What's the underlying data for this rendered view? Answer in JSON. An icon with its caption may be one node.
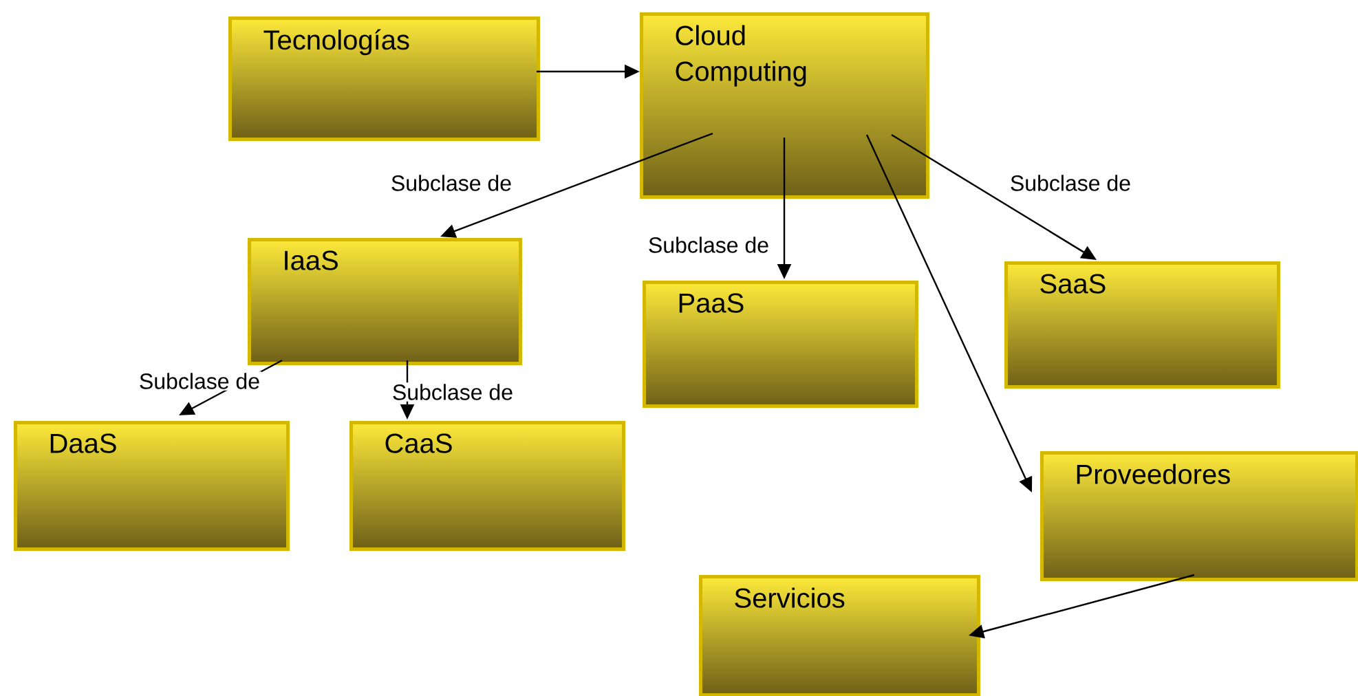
{
  "diagram": {
    "nodes": [
      {
        "text": [
          "Tecnologías"
        ]
      },
      {
        "text": [
          "Cloud Computing"
        ]
      },
      {
        "text": [
          "IaaS"
        ]
      },
      {
        "text": [
          "PaaS"
        ]
      },
      {
        "text": [
          "SaaS"
        ]
      },
      {
        "text": [
          "DaaS"
        ]
      },
      {
        "text": [
          "CaaS"
        ]
      },
      {
        "text": [
          "Proveedores"
        ]
      },
      {
        "text": [
          "Servicios"
        ]
      }
    ],
    "edges": [
      {
        "from": 0,
        "to": 1,
        "arrow": "to"
      },
      {
        "from": 1,
        "to": 2,
        "arrow": "to",
        "label": "Subclase de"
      },
      {
        "from": 1,
        "to": 3,
        "arrow": "to",
        "label": "Subclase de"
      },
      {
        "from": 1,
        "to": 4,
        "arrow": "to",
        "label": "Subclase de"
      },
      {
        "from": 1,
        "to": 7,
        "arrow": "to"
      },
      {
        "from": 2,
        "to": 5,
        "arrow": "to",
        "label": "Subclase de"
      },
      {
        "from": 2,
        "to": 6,
        "arrow": "to",
        "label": "Subclase de"
      },
      {
        "from": 7,
        "to": 8,
        "arrow": "to"
      }
    ]
  }
}
